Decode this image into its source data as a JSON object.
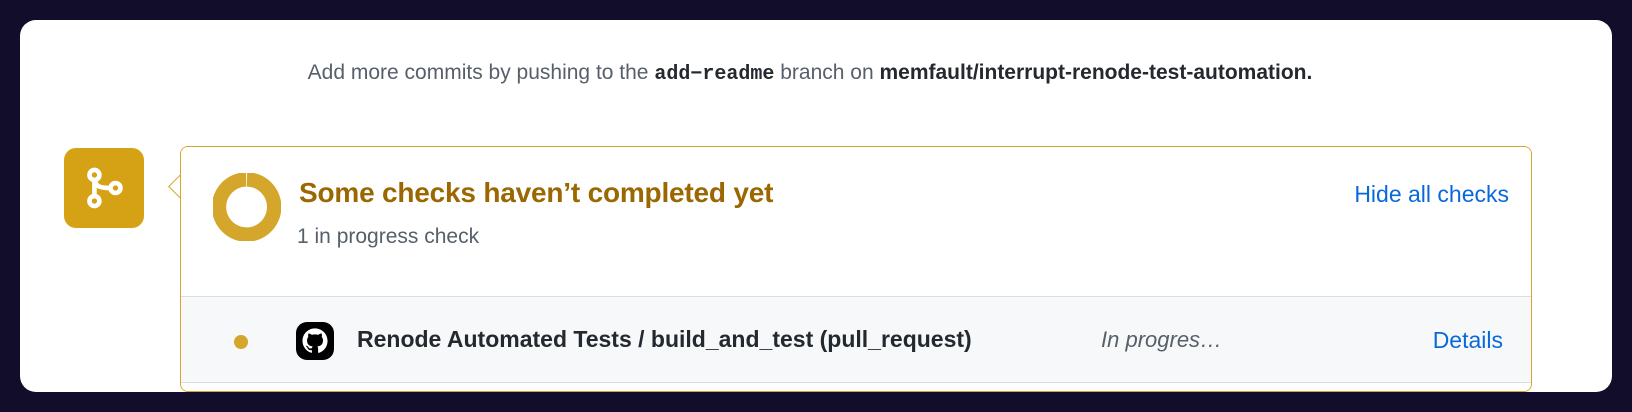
{
  "theme": {
    "page_background": "#120d2b",
    "card_background": "#ffffff",
    "accent_yellow": "#d4a72c",
    "title_yellow": "#9a6700",
    "link_blue": "#0969da",
    "muted_text": "#57606a",
    "strong_text": "#24292f",
    "row_background": "#f6f8fa"
  },
  "commit_prompt": {
    "lead": "Add more commits by pushing to the",
    "branch": "add−readme",
    "middle": "branch on",
    "repo": "memfault/interrupt-renode-test-automation",
    "period": "."
  },
  "branch_badge": {
    "icon": "git-branch-icon",
    "background": "#d5a215"
  },
  "status_panel": {
    "spinner_icon": "in-progress-spinner-icon",
    "title": "Some checks haven’t completed yet",
    "subtitle": "1 in progress check",
    "hide_all_checks_label": "Hide all checks",
    "checks": [
      {
        "status_dot": "pending-dot-icon",
        "provider_icon": "github-mark-icon",
        "name": "Renode Automated Tests / build_and_test (pull_request)",
        "state": "In progres…",
        "details_label": "Details"
      }
    ]
  }
}
